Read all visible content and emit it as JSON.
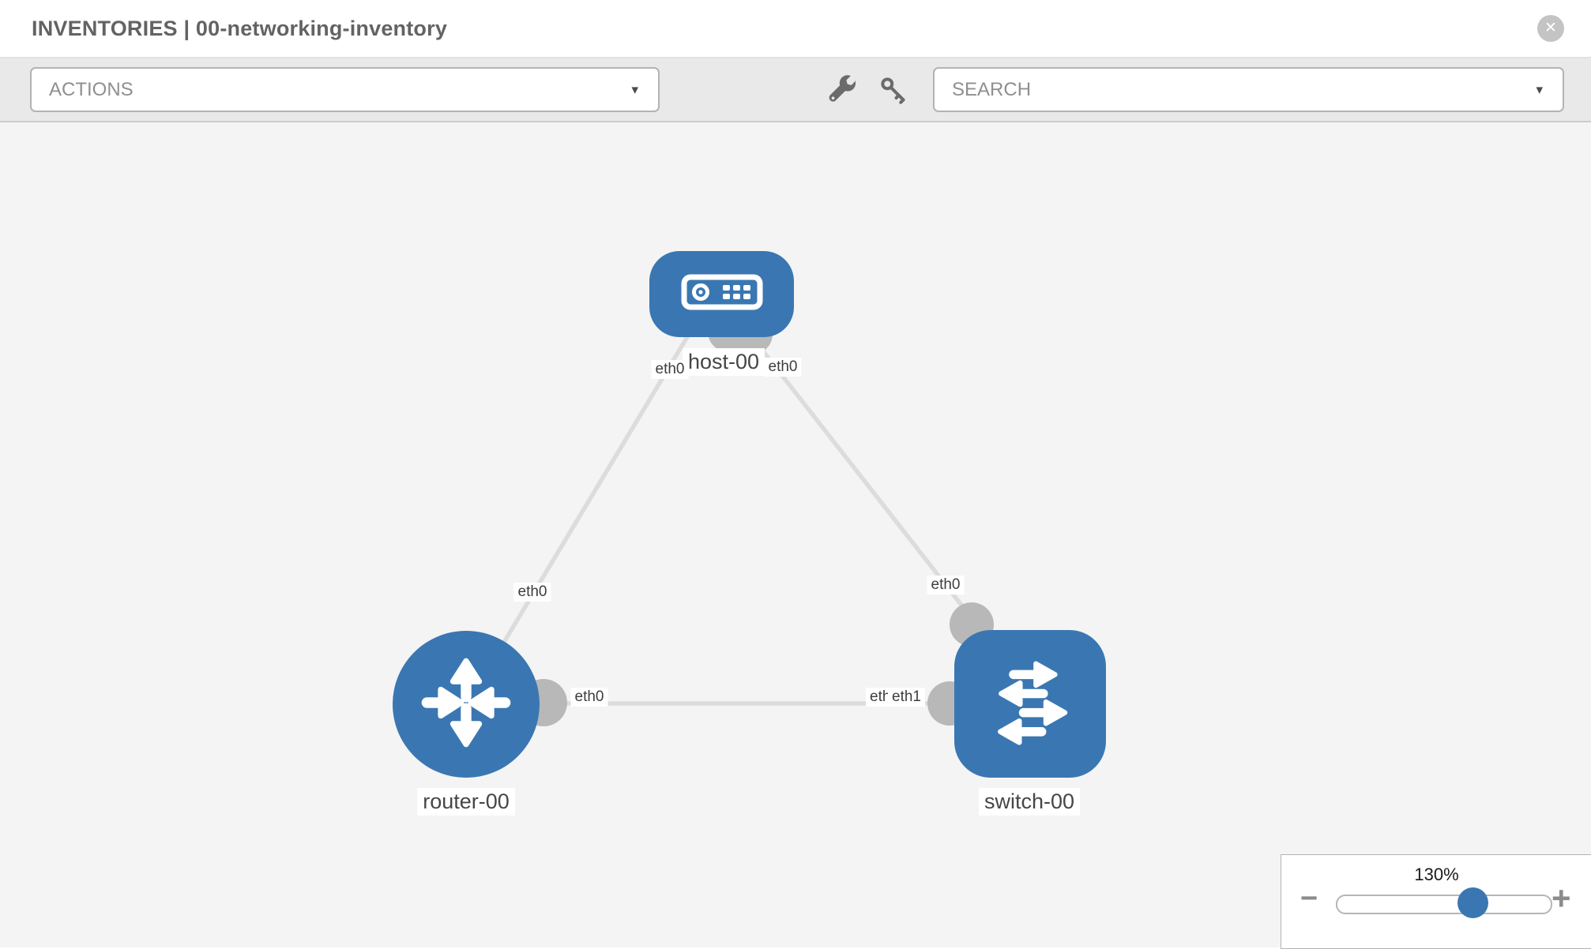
{
  "header": {
    "title": "INVENTORIES | 00-networking-inventory"
  },
  "toolbar": {
    "actions_label": "ACTIONS",
    "search_placeholder": "SEARCH"
  },
  "icons": {
    "close_glyph": "✕",
    "caret_glyph": "▾"
  },
  "topology": {
    "nodes": [
      {
        "id": "host-00",
        "type": "host",
        "label": "host-00"
      },
      {
        "id": "router-00",
        "type": "router",
        "label": "router-00"
      },
      {
        "id": "switch-00",
        "type": "switch",
        "label": "switch-00"
      }
    ],
    "links": [
      {
        "source": "host-00",
        "target": "router-00",
        "source_interface": "eth0",
        "target_interface": "eth0"
      },
      {
        "source": "host-00",
        "target": "switch-00",
        "source_interface": "eth0",
        "target_interface": "eth0"
      },
      {
        "source": "router-00",
        "target": "switch-00",
        "source_interface": "eth0",
        "target_interface": "eth1"
      }
    ],
    "overlapped_label": "eth0"
  },
  "zoom_control": {
    "value_label": "130%",
    "percent": 130,
    "minus_label": "−",
    "plus_label": "+"
  },
  "colors": {
    "node_blue": "#3a77b2",
    "link_gray": "#dcdcdc",
    "interface_gray": "#b8b8b8",
    "canvas_bg": "#f4f4f4",
    "toolbar_bg": "#e9e9e9"
  }
}
